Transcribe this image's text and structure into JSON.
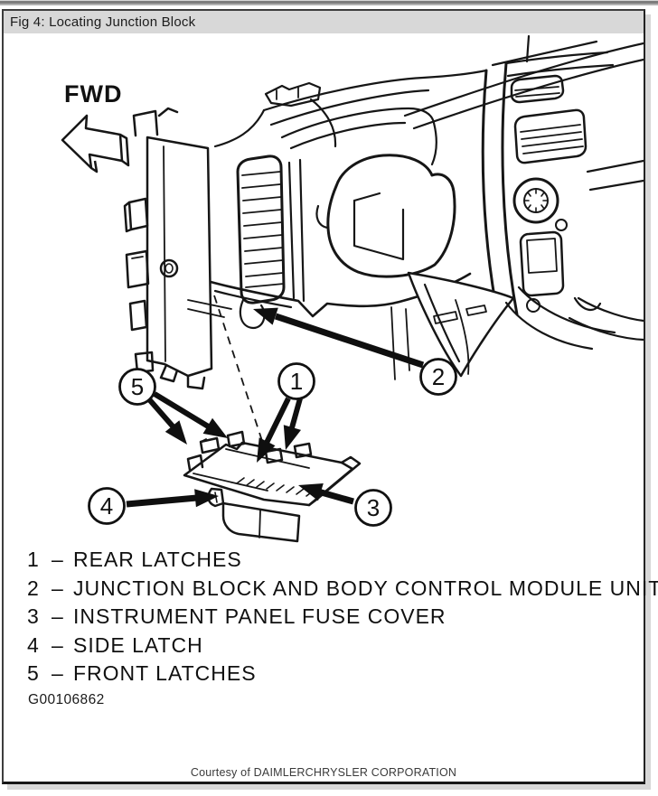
{
  "window": {
    "title": "Fig 4: Locating Junction Block"
  },
  "diagram": {
    "fwd_label": "FWD",
    "callouts": [
      {
        "num": "1",
        "target": "rear latches"
      },
      {
        "num": "2",
        "target": "junction block and body control module unit"
      },
      {
        "num": "3",
        "target": "instrument panel fuse cover"
      },
      {
        "num": "4",
        "target": "side latch"
      },
      {
        "num": "5",
        "target": "front latches"
      }
    ]
  },
  "legend": {
    "items": [
      {
        "num": "1",
        "sep": "–",
        "label": "REAR LATCHES"
      },
      {
        "num": "2",
        "sep": "–",
        "label": "JUNCTION BLOCK AND BODY CONTROL MODULE UNIT"
      },
      {
        "num": "3",
        "sep": "–",
        "label": "INSTRUMENT PANEL FUSE COVER"
      },
      {
        "num": "4",
        "sep": "–",
        "label": "SIDE LATCH"
      },
      {
        "num": "5",
        "sep": "–",
        "label": "FRONT LATCHES"
      }
    ],
    "figure_code": "G00106862"
  },
  "footer": {
    "credit": "Courtesy of DAIMLERCHRYSLER CORPORATION"
  },
  "colors": {
    "titlebar_bg": "#d8d8d8",
    "frame_border": "#3d3d3d",
    "line_art": "#161616",
    "page_bg": "#ffffff"
  }
}
